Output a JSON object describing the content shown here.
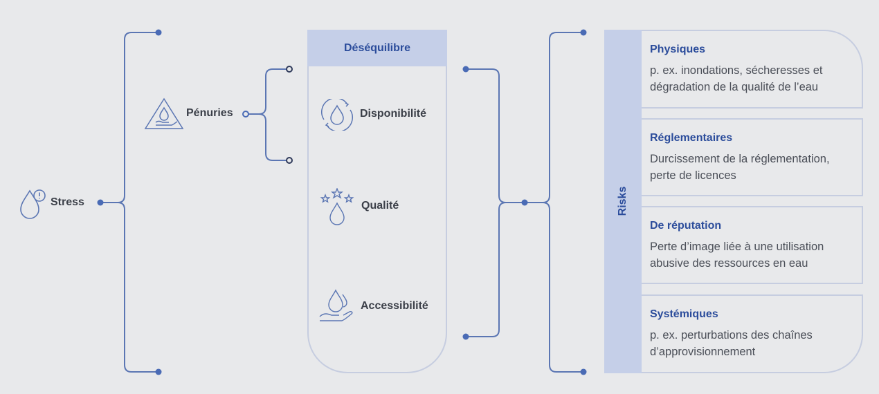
{
  "left": {
    "stress_label": "Stress",
    "penuries_label": "Pénuries"
  },
  "imbalance": {
    "header": "Déséquilibre",
    "items": [
      {
        "label": "Disponibilité",
        "icon": "water-drop-cycle-icon"
      },
      {
        "label": "Qualité",
        "icon": "water-drop-stars-icon"
      },
      {
        "label": "Accessibilité",
        "icon": "water-drop-hand-icon"
      }
    ]
  },
  "risks": {
    "label": "Risks",
    "items": [
      {
        "title": "Physiques",
        "description": "p. ex. inondations, sécheresses et dégradation de la qualité de l’eau"
      },
      {
        "title": "Réglementaires",
        "description": "Durcissement de la réglementation, perte de licences"
      },
      {
        "title": "De réputation",
        "description": "Perte d’image liée à une utilisation abusive des ressources en eau"
      },
      {
        "title": "Systémiques",
        "description": "p. ex. perturbations des chaînes d’approvisionnement"
      }
    ]
  },
  "colors": {
    "line": "#5b76b3",
    "node_fill": "#4a6bb5",
    "accent_blue": "#2b4c9b",
    "panel_fill": "#c5cfe8",
    "panel_border": "#c6cde0",
    "background": "#e8e9eb"
  }
}
